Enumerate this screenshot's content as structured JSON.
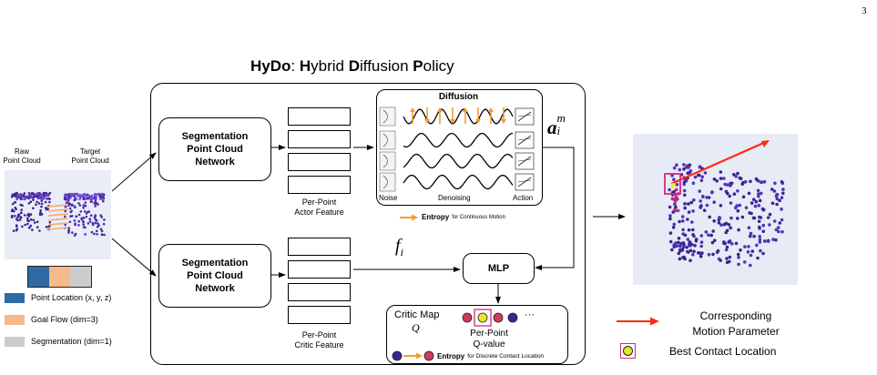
{
  "page_number": "3",
  "title": {
    "segments": [
      {
        "text": "HyDo",
        "bold": true
      },
      {
        "text": ": ",
        "bold": false
      },
      {
        "text": "H",
        "bold": true
      },
      {
        "text": "ybrid ",
        "bold": false
      },
      {
        "text": "D",
        "bold": true
      },
      {
        "text": "iffusion ",
        "bold": false
      },
      {
        "text": "P",
        "bold": true
      },
      {
        "text": "olicy",
        "bold": false
      }
    ]
  },
  "input": {
    "raw_label": [
      "Raw",
      "Point Cloud"
    ],
    "target_label": [
      "Target",
      "Point Cloud"
    ]
  },
  "feature_bar_colors": [
    "#2f6aa3",
    "#f7b98a",
    "#cccccc"
  ],
  "legend": [
    {
      "label": "Point Location (x, y, z)",
      "color": "#2f6aa3"
    },
    {
      "label": "Goal Flow (dim=3)",
      "color": "#f7b98a"
    },
    {
      "label": "Segmentation (dim=1)",
      "color": "#cccccc"
    }
  ],
  "actor": {
    "network_lines": [
      "Segmentation",
      "Point Cloud",
      "Network"
    ],
    "feature_lines": [
      "Per-Point",
      "Actor Feature"
    ]
  },
  "critic": {
    "network_lines": [
      "Segmentation",
      "Point Cloud",
      "Network"
    ],
    "feature_lines": [
      "Per-Point",
      "Critic Feature"
    ]
  },
  "diffusion": {
    "title": "Diffusion",
    "noise_label": "Noise",
    "denoising_label": "Denoising",
    "action_label": "Action",
    "entropy_bold": "Entropy",
    "entropy_rest": "for Continuous Motion"
  },
  "action_symbol": {
    "base": "a",
    "sub": "i",
    "sup": "m"
  },
  "feature_symbol": {
    "base": "f",
    "sub": "i"
  },
  "mlp_label": "MLP",
  "critic_map": {
    "label": "Critic Map",
    "symbol": "Q",
    "ellipsis": "···",
    "qvalue_lines": [
      "Per-Point",
      "Q-value"
    ],
    "entropy_bold": "Entropy",
    "entropy_rest": "for Discrete Contact Location",
    "dot_colors": [
      "#d1395e",
      "#e6e62e",
      "#d1395e",
      "#3b2590"
    ]
  },
  "output_legend": {
    "motion_lines": [
      "Corresponding",
      "Motion Parameter"
    ],
    "contact_label": "Best Contact Location"
  },
  "colors": {
    "arrow_orange": "#f39c2b",
    "motion_red": "#ff2a10",
    "contact_magenta": "#d4297a",
    "point_purple": "#3b2590"
  }
}
